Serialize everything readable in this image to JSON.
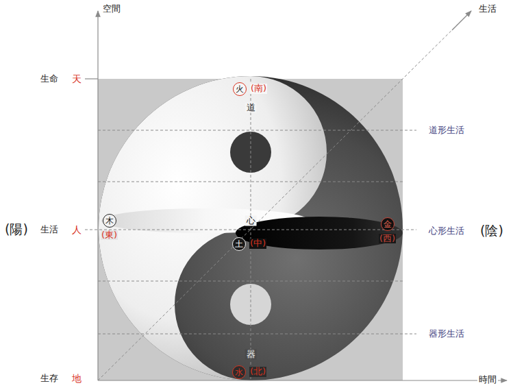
{
  "diagram": {
    "nodes": [
      {
        "text": [
          "火",
          "(南)"
        ]
      },
      {
        "text": [
          "木",
          "(東)"
        ]
      },
      {
        "text": [
          "土",
          "(中)"
        ]
      },
      {
        "text": [
          "金",
          "(西)"
        ]
      },
      {
        "text": [
          "水",
          "(北)"
        ]
      }
    ],
    "labels": [
      "空間",
      "生活",
      "時間",
      "生命",
      "天",
      "道形生活",
      "(陽)",
      "生活",
      "人",
      "心形生活",
      "(陰)",
      "生存",
      "地",
      "器形生活",
      "道",
      "心",
      "器"
    ]
  }
}
